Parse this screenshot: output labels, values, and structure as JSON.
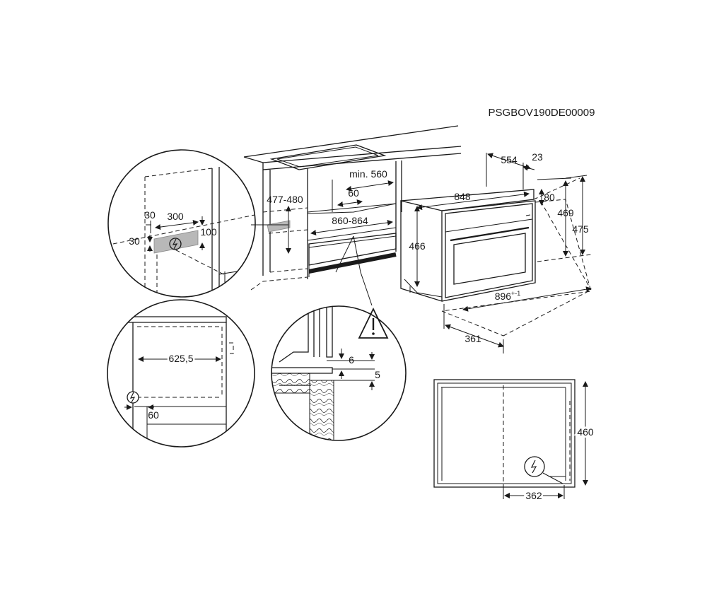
{
  "model_code": "PSGBOV190DE00009",
  "dimensions": {
    "niche_height": "477-480",
    "min_depth": "min. 560",
    "rear_gap": "60",
    "niche_width": "860-864",
    "oven_depth": "554",
    "panel_thickness": "23",
    "front_width": "848",
    "top_offset": "80",
    "body_height": "469",
    "total_height": "475",
    "front_height": "466",
    "total_width": "896",
    "total_width_tolerance": "+-1",
    "cable_length": "361"
  },
  "detail_socket": {
    "width": "300",
    "height": "100",
    "offset_left": "30",
    "offset_bottom": "30"
  },
  "detail_side": {
    "inner_width": "625,5",
    "rear_offset": "60"
  },
  "detail_gap": {
    "gap_top": "6",
    "gap_bottom": "5"
  },
  "back_view": {
    "height": "460",
    "socket_offset": "362"
  }
}
